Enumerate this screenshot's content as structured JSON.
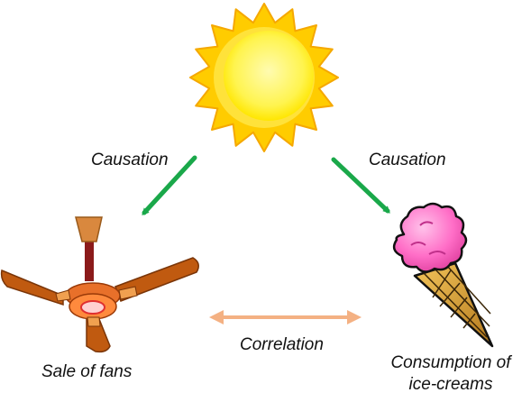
{
  "labels": {
    "causation_left": "Causation",
    "causation_right": "Causation",
    "correlation": "Correlation",
    "fans": "Sale of fans",
    "ice_cream_line1": "Consumption of",
    "ice_cream_line2": "ice-creams"
  },
  "icons": {
    "sun": "sun-icon",
    "fan": "ceiling-fan-icon",
    "ice_cream": "ice-cream-cone-icon"
  },
  "colors": {
    "causation_arrow": "#1aa84a",
    "correlation_arrow": "#f4b183",
    "sun_outer": "#ffcc00",
    "sun_inner": "#fff44f",
    "fan_blade": "#c05a10",
    "ice_cream_scoop": "#ff6ec7",
    "cone": "#d9a441"
  }
}
